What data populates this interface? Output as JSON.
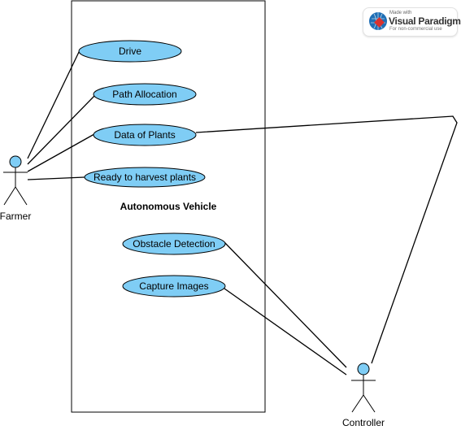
{
  "system": {
    "title": "Autonomous Vehicle"
  },
  "actors": {
    "farmer": {
      "label": "Farmer"
    },
    "controller": {
      "label": "Controller"
    }
  },
  "use_cases": {
    "drive": "Drive",
    "path_allocation": "Path Allocation",
    "data_of_plants": "Data of Plants",
    "ready_to_harvest": "Ready to harvest plants",
    "obstacle_detection": "Obstacle Detection",
    "capture_images": "Capture Images"
  },
  "watermark": {
    "made_with": "Made with",
    "brand": "Visual Paradigm",
    "note": "For non-commercial use"
  },
  "colors": {
    "use_case_fill": "#7fcdf5",
    "actor_head_fill": "#7fcdf5",
    "line": "#000000"
  }
}
